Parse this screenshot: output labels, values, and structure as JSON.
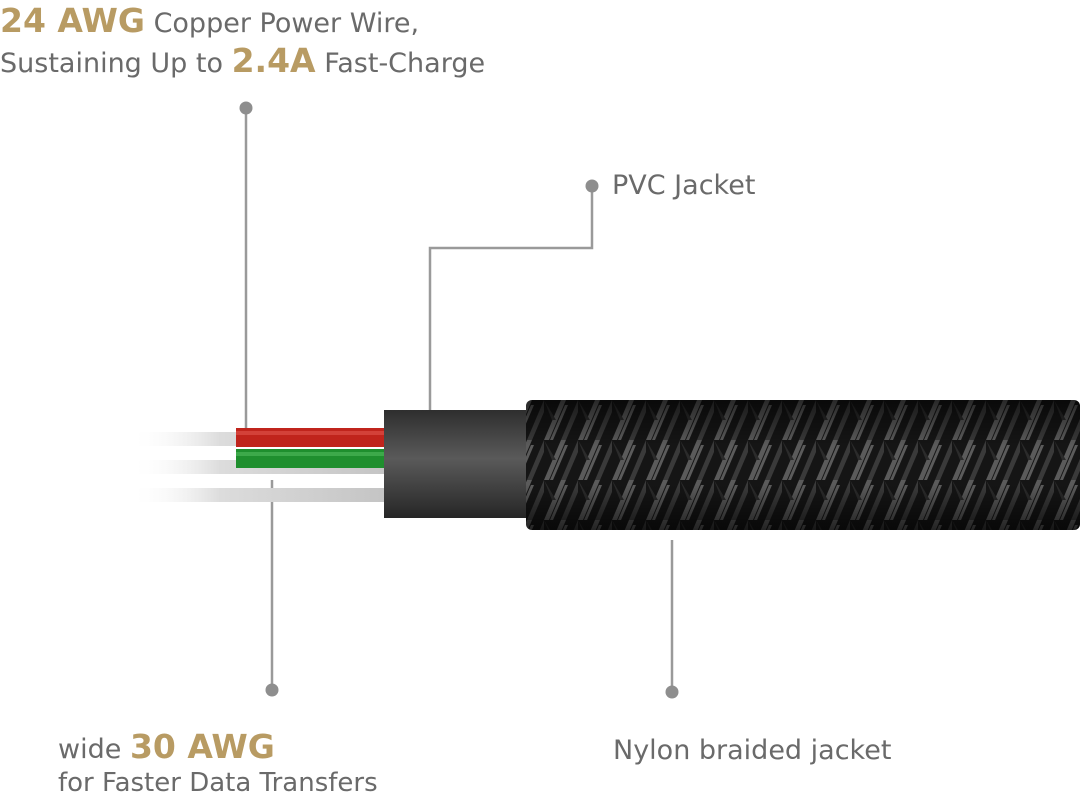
{
  "labels": {
    "power": {
      "awg": "24 AWG",
      "desc": "Copper Power Wire,",
      "sustain_prefix": "Sustaining Up to",
      "amps": "2.4A",
      "sustain_suffix": "Fast-Charge"
    },
    "pvc": "PVC Jacket",
    "data": {
      "prefix": "wide",
      "awg": "30 AWG",
      "desc": "for Faster Data Transfers"
    },
    "nylon": "Nylon braided jacket"
  },
  "colors": {
    "accent_gold": "#b89b63",
    "text_gray": "#6a6a6a",
    "leader_gray": "#9a9a9a",
    "wire_red": "#c0241c",
    "wire_green": "#1f8f2e",
    "pvc_jacket": "#444444",
    "braid": "#1c1c1c"
  }
}
